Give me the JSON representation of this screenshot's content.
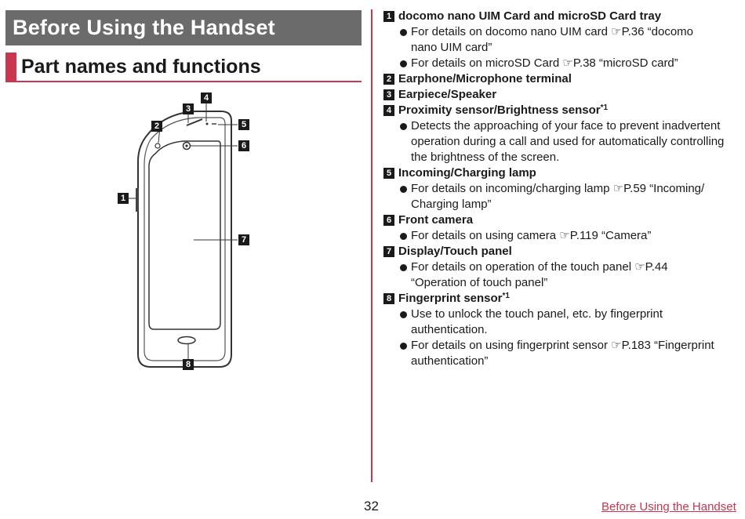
{
  "header": {
    "title": "Before Using the Handset"
  },
  "section": {
    "title": "Part names and functions"
  },
  "callouts": [
    "1",
    "2",
    "3",
    "4",
    "5",
    "6",
    "7",
    "8"
  ],
  "items": [
    {
      "num": "1",
      "title": "docomo nano UIM Card and microSD Card tray",
      "bullets": [
        {
          "lines": [
            "For details on docomo nano UIM card ☞P.36 “docomo",
            "nano UIM card”"
          ]
        },
        {
          "lines": [
            "For details on microSD Card ☞P.38 “microSD card”"
          ]
        }
      ]
    },
    {
      "num": "2",
      "title": "Earphone/Microphone terminal",
      "bullets": []
    },
    {
      "num": "3",
      "title": "Earpiece/Speaker",
      "bullets": []
    },
    {
      "num": "4",
      "title": "Proximity sensor/Brightness sensor",
      "sup": "*1",
      "bullets": [
        {
          "lines": [
            "Detects the approaching of your face to prevent inadvertent",
            "operation during a call and used for automatically controlling",
            "the brightness of the screen."
          ]
        }
      ]
    },
    {
      "num": "5",
      "title": "Incoming/Charging lamp",
      "bullets": [
        {
          "lines": [
            "For details on incoming/charging lamp ☞P.59 “Incoming/",
            "Charging lamp”"
          ]
        }
      ]
    },
    {
      "num": "6",
      "title": "Front camera",
      "bullets": [
        {
          "lines": [
            "For details on using camera ☞P.119 “Camera”"
          ]
        }
      ]
    },
    {
      "num": "7",
      "title": "Display/Touch panel",
      "bullets": [
        {
          "lines": [
            "For details on operation of the touch panel ☞P.44",
            "“Operation of touch panel”"
          ]
        }
      ]
    },
    {
      "num": "8",
      "title": "Fingerprint sensor",
      "sup": "*1",
      "bullets": [
        {
          "lines": [
            "Use to unlock the touch panel, etc. by fingerprint",
            "authentication."
          ]
        },
        {
          "lines": [
            "For details on using fingerprint sensor ☞P.183 “Fingerprint",
            "authentication”"
          ]
        }
      ]
    }
  ],
  "footer": {
    "page_number": "32",
    "link": "Before Using the Handset"
  },
  "colors": {
    "accent": "#c8364f",
    "header_bg": "#6b6b6b"
  }
}
